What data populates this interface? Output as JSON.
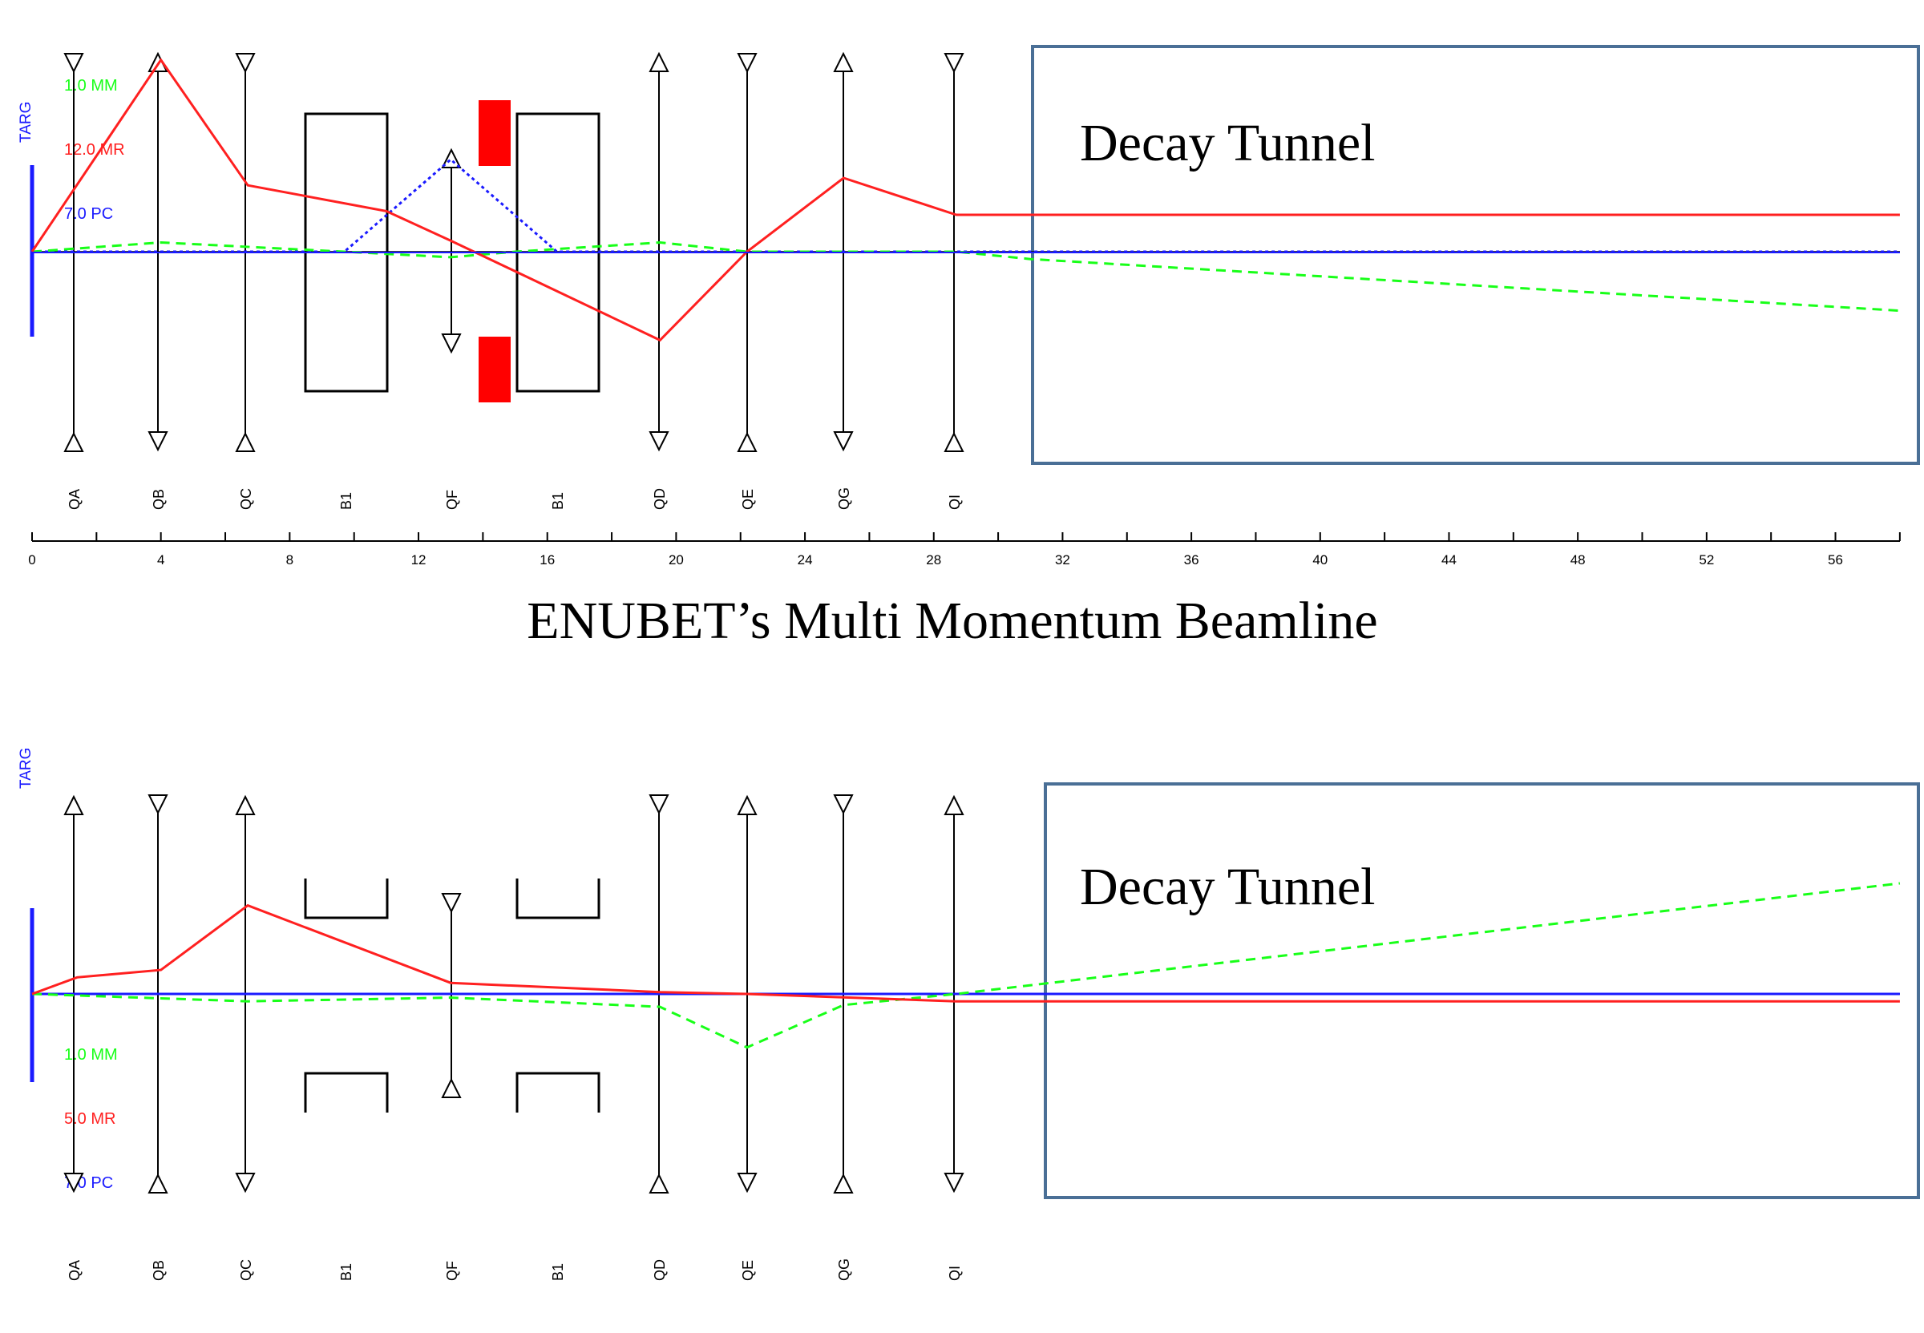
{
  "caption": "ENUBET’s Multi Momentum Beamline",
  "colors": {
    "x": "#18ff18",
    "angle": "#ff2020",
    "dispersion": "#1a1aff",
    "element": "#000000",
    "tunnel": "#4a6f96",
    "target": "#1a1aff"
  },
  "elements": [
    {
      "name": "QA",
      "s": 1.4
    },
    {
      "name": "QB",
      "s": 4.0
    },
    {
      "name": "QC",
      "s": 6.7
    },
    {
      "name": "B1",
      "s": 9.7
    },
    {
      "name": "QF",
      "s": 13.0
    },
    {
      "name": "B1",
      "s": 16.3
    },
    {
      "name": "QD",
      "s": 19.5
    },
    {
      "name": "QE",
      "s": 22.2
    },
    {
      "name": "QG",
      "s": 25.2
    },
    {
      "name": "QI",
      "s": 28.7
    }
  ],
  "axis": {
    "range": [
      0,
      58
    ],
    "tick_labels": [
      "0",
      "4",
      "8",
      "12",
      "16",
      "20",
      "24",
      "28",
      "32",
      "36",
      "40",
      "44",
      "48",
      "52",
      "56"
    ]
  },
  "panels": [
    {
      "id": "top",
      "target_label": "TARG",
      "tunnel_label": "Decay Tunnel",
      "scale_x": "1.0 MM",
      "scale_angle": "12.0 MR",
      "scale_dispersion": "7.0 PC",
      "angle_trace": [
        [
          0,
          0.0
        ],
        [
          4.0,
          5.2
        ],
        [
          6.7,
          1.8
        ],
        [
          11.0,
          1.1
        ],
        [
          13.0,
          0.3
        ],
        [
          19.5,
          -2.4
        ],
        [
          22.2,
          0.0
        ],
        [
          25.2,
          2.0
        ],
        [
          28.7,
          1.0
        ],
        [
          58,
          1.0
        ]
      ],
      "x_trace": [
        [
          0,
          0.0
        ],
        [
          4.0,
          0.25
        ],
        [
          9.7,
          0.0
        ],
        [
          13.0,
          -0.15
        ],
        [
          15.0,
          0.0
        ],
        [
          19.5,
          0.25
        ],
        [
          22.2,
          0.0
        ],
        [
          28.7,
          0.0
        ],
        [
          31.0,
          -0.2
        ],
        [
          58,
          -1.6
        ]
      ],
      "dispersion_trace": [
        [
          0,
          0.0
        ],
        [
          9.7,
          0.0
        ],
        [
          13.0,
          2.5
        ],
        [
          16.3,
          0.0
        ],
        [
          58,
          0.0
        ]
      ]
    },
    {
      "id": "bottom",
      "target_label": "TARG",
      "tunnel_label": "Decay Tunnel",
      "scale_x": "1.0 MM",
      "scale_angle": "5.0 MR",
      "scale_dispersion": "7.0 PC",
      "angle_trace": [
        [
          0,
          0.0
        ],
        [
          1.4,
          0.45
        ],
        [
          4.0,
          0.65
        ],
        [
          6.7,
          2.4
        ],
        [
          13.0,
          0.3
        ],
        [
          19.5,
          0.05
        ],
        [
          22.2,
          0.0
        ],
        [
          28.7,
          -0.2
        ],
        [
          58,
          -0.2
        ]
      ],
      "x_trace": [
        [
          0,
          0.0
        ],
        [
          6.7,
          -0.2
        ],
        [
          13.0,
          -0.1
        ],
        [
          19.5,
          -0.35
        ],
        [
          22.2,
          -1.45
        ],
        [
          25.2,
          -0.3
        ],
        [
          28.7,
          0.0
        ],
        [
          58,
          3.0
        ]
      ],
      "dispersion_trace": [
        [
          0,
          0.0
        ],
        [
          58,
          0.0
        ]
      ]
    }
  ]
}
